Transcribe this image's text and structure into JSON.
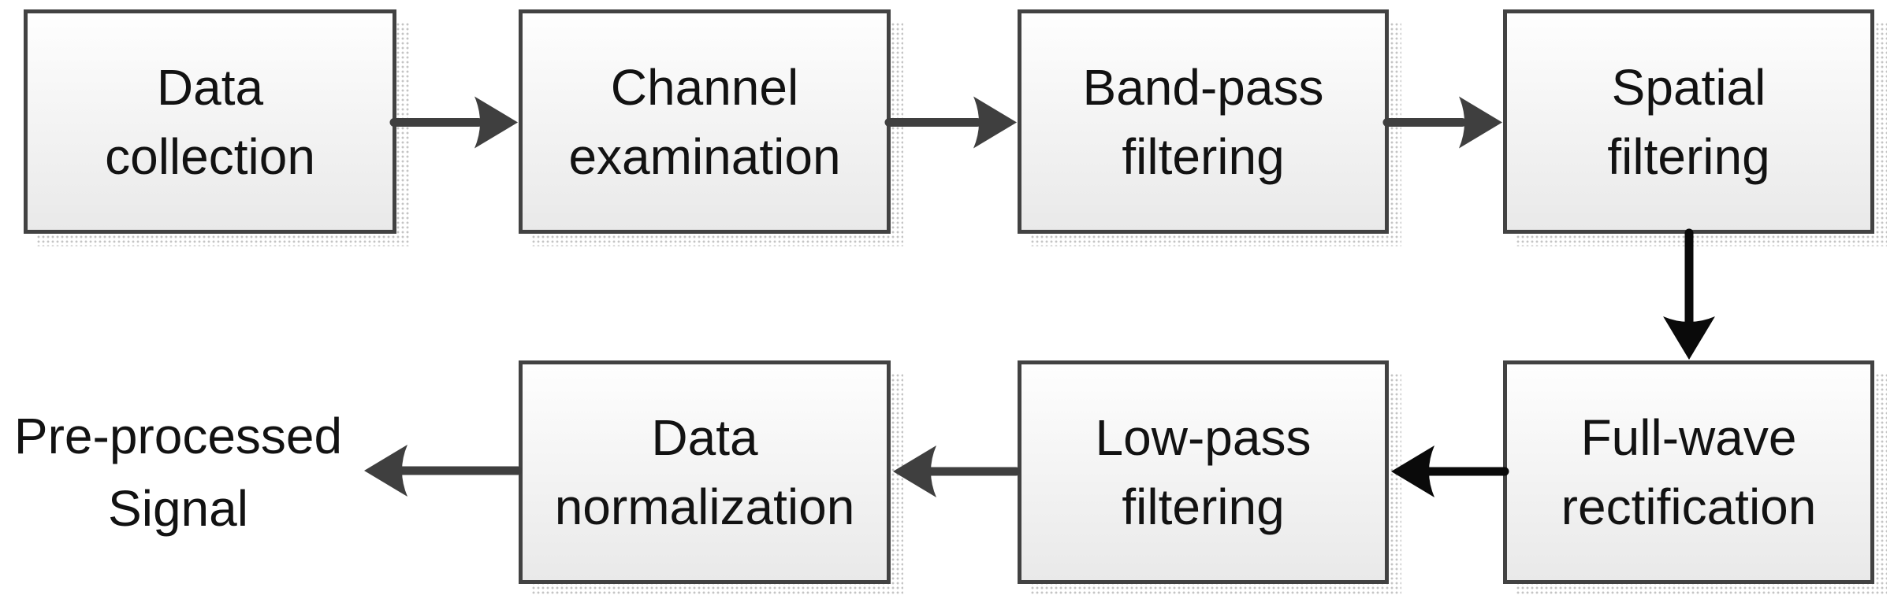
{
  "diagram": {
    "type": "flowchart",
    "nodes": [
      {
        "id": "data-collection",
        "label": "Data\ncollection",
        "shape": "box"
      },
      {
        "id": "channel-examination",
        "label": "Channel\nexamination",
        "shape": "box"
      },
      {
        "id": "band-pass-filtering",
        "label": "Band-pass\nfiltering",
        "shape": "box"
      },
      {
        "id": "spatial-filtering",
        "label": "Spatial\nfiltering",
        "shape": "box"
      },
      {
        "id": "full-wave-rectification",
        "label": "Full-wave\nrectification",
        "shape": "box"
      },
      {
        "id": "low-pass-filtering",
        "label": "Low-pass\nfiltering",
        "shape": "box"
      },
      {
        "id": "data-normalization",
        "label": "Data\nnormalization",
        "shape": "box"
      },
      {
        "id": "pre-processed-signal",
        "label": "Pre-processed\nSignal",
        "shape": "text"
      }
    ],
    "edges": [
      {
        "from": "data-collection",
        "to": "channel-examination",
        "direction": "right",
        "color": "#3f3f3f"
      },
      {
        "from": "channel-examination",
        "to": "band-pass-filtering",
        "direction": "right",
        "color": "#3f3f3f"
      },
      {
        "from": "band-pass-filtering",
        "to": "spatial-filtering",
        "direction": "right",
        "color": "#3f3f3f"
      },
      {
        "from": "spatial-filtering",
        "to": "full-wave-rectification",
        "direction": "down",
        "color": "#0a0a0a"
      },
      {
        "from": "full-wave-rectification",
        "to": "low-pass-filtering",
        "direction": "left",
        "color": "#0a0a0a"
      },
      {
        "from": "low-pass-filtering",
        "to": "data-normalization",
        "direction": "left",
        "color": "#3f3f3f"
      },
      {
        "from": "data-normalization",
        "to": "pre-processed-signal",
        "direction": "left",
        "color": "#3f3f3f"
      }
    ],
    "theme": {
      "box_border": "#424242",
      "box_fill_top": "#fefefe",
      "box_fill_bottom": "#e9e9e9",
      "arrow_gray": "#3f3f3f",
      "arrow_black": "#0a0a0a",
      "text_color": "#121212",
      "shadow_dot": "#c4c4c4",
      "page_bg": "#ffffff"
    }
  }
}
